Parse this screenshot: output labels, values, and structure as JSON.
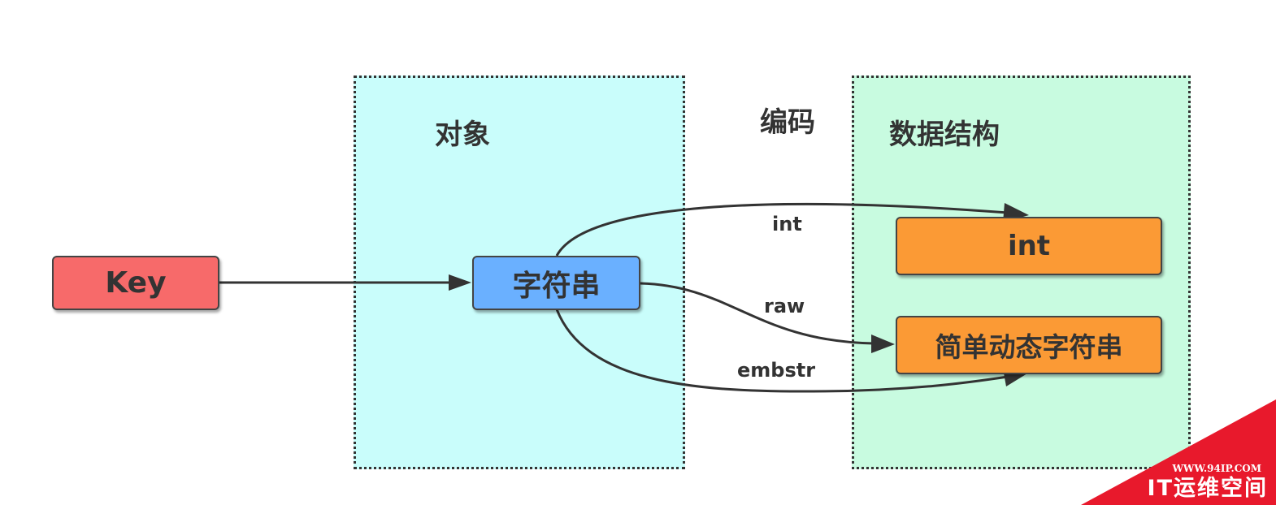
{
  "panels": {
    "object_title": "对象",
    "encoding_title": "编码",
    "structure_title": "数据结构"
  },
  "nodes": {
    "key": "Key",
    "string": "字符串",
    "int": "int",
    "sds": "简单动态字符串"
  },
  "edges": {
    "int_label": "int",
    "raw_label": "raw",
    "embstr_label": "embstr"
  },
  "watermark": {
    "url": "WWW.94IP.COM",
    "text": "IT运维空间"
  },
  "colors": {
    "object_panel": "#c9fdfb",
    "structure_panel": "#c8fbe0",
    "key_node": "#f76a6a",
    "string_node": "#6ab0ff",
    "struct_node": "#fb9a35",
    "watermark": "#e8192c"
  }
}
